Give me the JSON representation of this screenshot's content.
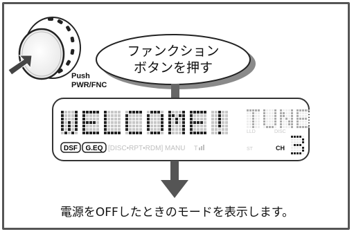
{
  "callout": {
    "line1": "ファンクション",
    "line2": "ボタンを押す"
  },
  "knob": {
    "push_label": "Push",
    "button_label": "PWR/FNC"
  },
  "display": {
    "main_text": "WELCOME!",
    "right_text": "TUNE",
    "channel_digit": "3",
    "badge_dsf": "DSF",
    "badge_geq": "G.EQ",
    "mode_row": "[DISC•RPT•RDM] MANU",
    "signal_label": "T",
    "st_label": "ST",
    "ld_label": "LLD",
    "disc_label": "DISC",
    "ch_label": "CH"
  },
  "caption": "電源をOFFしたときのモードを表示します。",
  "colors": {
    "frame": "#555555",
    "lcd_border": "#333333",
    "dim_segment": "#c8c8c8",
    "active_segment": "#222222",
    "arrow": "#555555"
  }
}
